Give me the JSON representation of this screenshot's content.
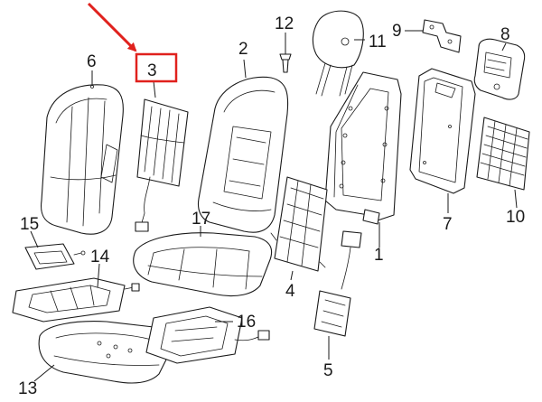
{
  "diagram": {
    "highlight_color": "#e0211d",
    "highlighted_part": "3",
    "callouts": [
      {
        "id": "c1",
        "label": "1"
      },
      {
        "id": "c2",
        "label": "2"
      },
      {
        "id": "c3",
        "label": "3"
      },
      {
        "id": "c4",
        "label": "4"
      },
      {
        "id": "c5",
        "label": "5"
      },
      {
        "id": "c6",
        "label": "6"
      },
      {
        "id": "c7",
        "label": "7"
      },
      {
        "id": "c8",
        "label": "8"
      },
      {
        "id": "c9",
        "label": "9"
      },
      {
        "id": "c10",
        "label": "10"
      },
      {
        "id": "c11",
        "label": "11"
      },
      {
        "id": "c12",
        "label": "12"
      },
      {
        "id": "c13",
        "label": "13"
      },
      {
        "id": "c14",
        "label": "14"
      },
      {
        "id": "c15",
        "label": "15"
      },
      {
        "id": "c16",
        "label": "16"
      },
      {
        "id": "c17",
        "label": "17"
      }
    ]
  }
}
